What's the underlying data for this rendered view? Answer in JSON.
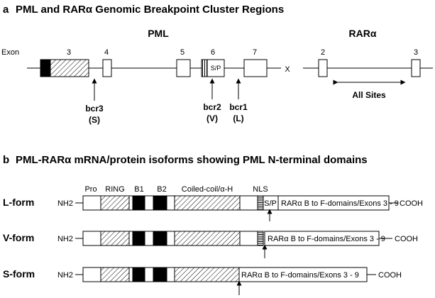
{
  "panel_a": {
    "letter": "a",
    "title": "PML and RARα Genomic Breakpoint Cluster Regions",
    "gene_pml": "PML",
    "gene_rara": "RARα",
    "exon_label": "Exon",
    "pml_exons": [
      "3",
      "4",
      "5",
      "6",
      "7"
    ],
    "sp_label": "S/P",
    "x_mark": "X",
    "rara_exons": [
      "2",
      "3"
    ],
    "all_sites": "All Sites",
    "bcr3": {
      "name": "bcr3",
      "type": "(S)"
    },
    "bcr2": {
      "name": "bcr2",
      "type": "(V)"
    },
    "bcr1": {
      "name": "bcr1",
      "type": "(L)"
    }
  },
  "panel_b": {
    "letter": "b",
    "title": "PML-RARα mRNA/protein isoforms showing PML N-terminal domains",
    "domains": {
      "pro": "Pro",
      "ring": "RING",
      "b1": "B1",
      "b2": "B2",
      "coiled": "Coiled-coil/α-H",
      "nls": "NLS"
    },
    "nh2": "NH2",
    "cooh": "COOH",
    "sp_label": "S/P",
    "rara_text": "RARα B to F-domains/Exons 3 - 9",
    "forms": [
      {
        "name": "L-form"
      },
      {
        "name": "V-form"
      },
      {
        "name": "S-form"
      }
    ]
  }
}
